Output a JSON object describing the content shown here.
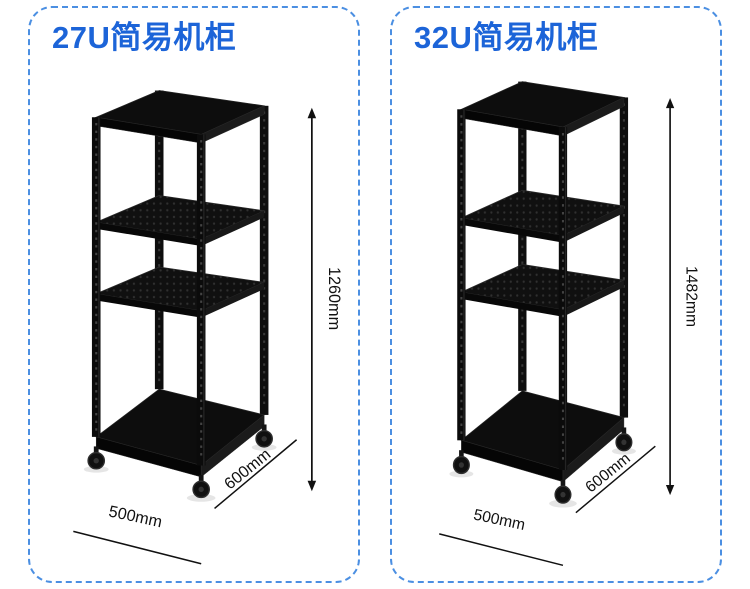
{
  "panels": [
    {
      "title": "27U简易机柜",
      "height_label": "1260mm",
      "width_label": "500mm",
      "depth_label": "600mm"
    },
    {
      "title": "32U简易机柜",
      "height_label": "1482mm",
      "width_label": "500mm",
      "depth_label": "600mm"
    }
  ],
  "colors": {
    "title_blue": "#1c64d8",
    "panel_border_blue": "#4b8fe2",
    "rack_black": "#0d0d0d",
    "dimension_ink": "#111111"
  }
}
